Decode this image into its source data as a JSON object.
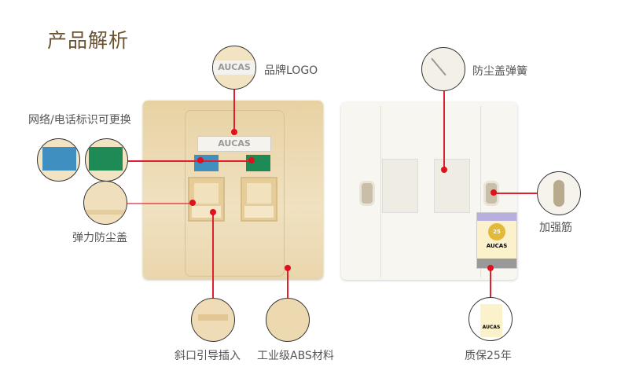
{
  "title": "产品解析",
  "brand": "AUCAS",
  "callouts": {
    "logo": "品牌LOGO",
    "label": "网络/电话标识可更换",
    "dust_cover": "弹力防尘盖",
    "guide": "斜口引导插入",
    "material": "工业级ABS材料",
    "spring": "防尘盖弹簧",
    "rib": "加强筋",
    "warranty": "质保25年"
  },
  "sticker_number": "25",
  "colors": {
    "accent_line": "#e02030",
    "title": "#6b5330",
    "blue_tag": "#3f8fc0",
    "green_tag": "#1e8a55"
  }
}
